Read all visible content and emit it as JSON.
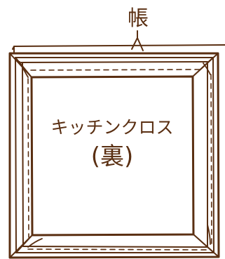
{
  "diagram": {
    "top_label": "帳",
    "center_label_line1": "キッチンクロス",
    "center_label_line2": "(裏)"
  },
  "colors": {
    "ink": "#5a2f12",
    "paper": "#ffffff"
  }
}
